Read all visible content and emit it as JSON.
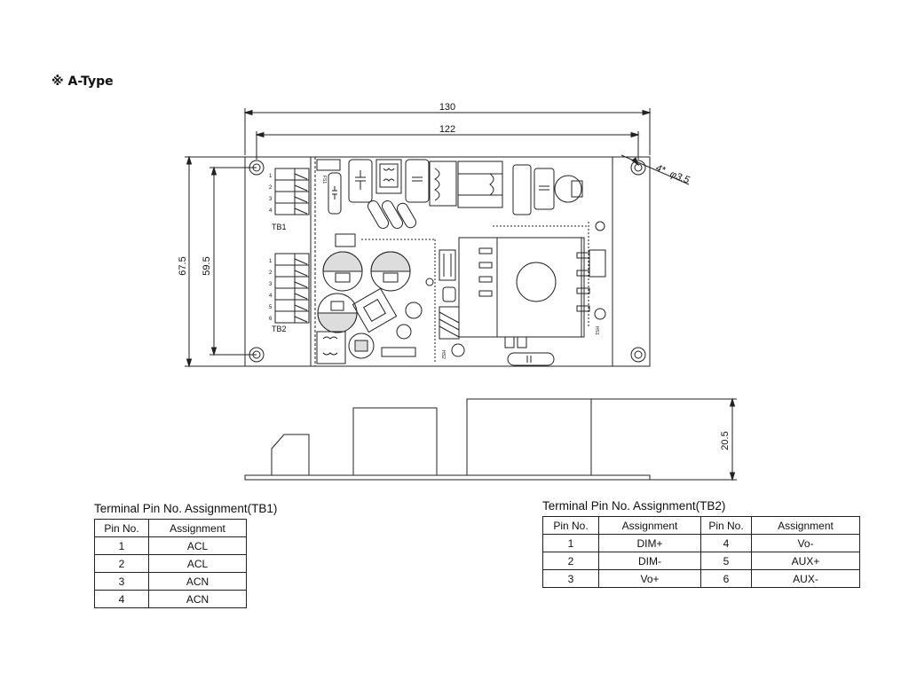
{
  "title": "※ A-Type",
  "dimensions": {
    "overall_length": "130",
    "hole_spacing_length": "122",
    "overall_width": "67.5",
    "hole_spacing_width": "59.5",
    "height": "20.5",
    "mounting_holes": "4*",
    "hole_diameter": "φ3.5"
  },
  "board_labels": {
    "tb1": "TB1",
    "tb2": "TB2",
    "tb1_pins": [
      "1",
      "2",
      "3",
      "4"
    ],
    "tb2_pins": [
      "1",
      "2",
      "3",
      "4",
      "5",
      "6"
    ],
    "hs1": "HS1",
    "hs2": "HS2",
    "fs1": "FS1"
  },
  "tb1_table": {
    "caption": "Terminal Pin No. Assignment(TB1)",
    "headers": [
      "Pin No.",
      "Assignment"
    ],
    "rows": [
      [
        "1",
        "ACL"
      ],
      [
        "2",
        "ACL"
      ],
      [
        "3",
        "ACN"
      ],
      [
        "4",
        "ACN"
      ]
    ]
  },
  "tb2_table": {
    "caption": "Terminal Pin No. Assignment(TB2)",
    "headers": [
      "Pin No.",
      "Assignment",
      "Pin No.",
      "Assignment"
    ],
    "rows": [
      [
        "1",
        "DIM+",
        "4",
        "Vo-"
      ],
      [
        "2",
        "DIM-",
        "5",
        "AUX+"
      ],
      [
        "3",
        "Vo+",
        "6",
        "AUX-"
      ]
    ]
  }
}
